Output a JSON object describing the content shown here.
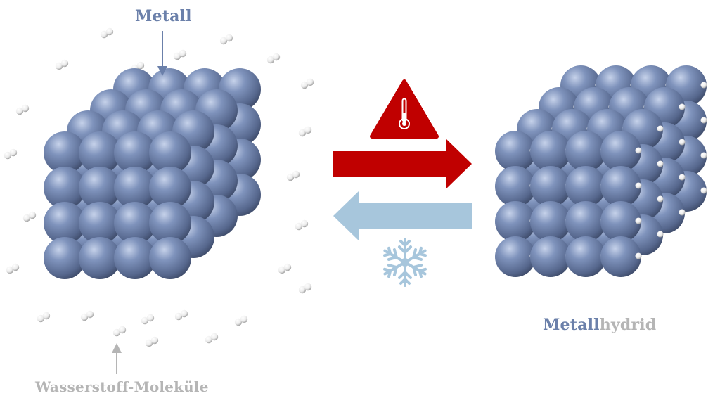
{
  "labels": {
    "metal": "Metall",
    "hydrogen_molecules": "Wasserstoff-Moleküle",
    "hydride_part1": "Metall",
    "hydride_part2": "hydrid"
  },
  "icons": {
    "warning": "thermometer-warning-icon",
    "cold": "snowflake-icon"
  },
  "colors": {
    "metal": "#6b7fa6",
    "metal_label": "#6b80aa",
    "hydrogen": "#f2f2f2",
    "label_grey": "#b5b5b5",
    "heat": "#c00000",
    "cool": "#a7c6dc"
  }
}
